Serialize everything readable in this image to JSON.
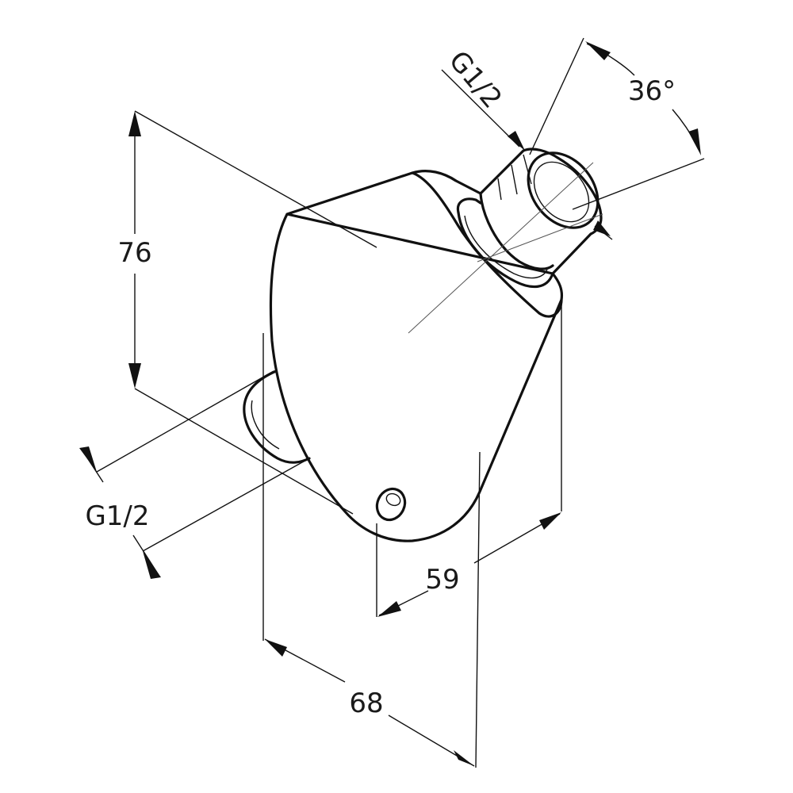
{
  "dimensions": {
    "height": "76",
    "inlet_thread": "G1/2",
    "outlet_thread": "G1/2",
    "swivel_angle": "36°",
    "depth": "59",
    "width": "68"
  }
}
